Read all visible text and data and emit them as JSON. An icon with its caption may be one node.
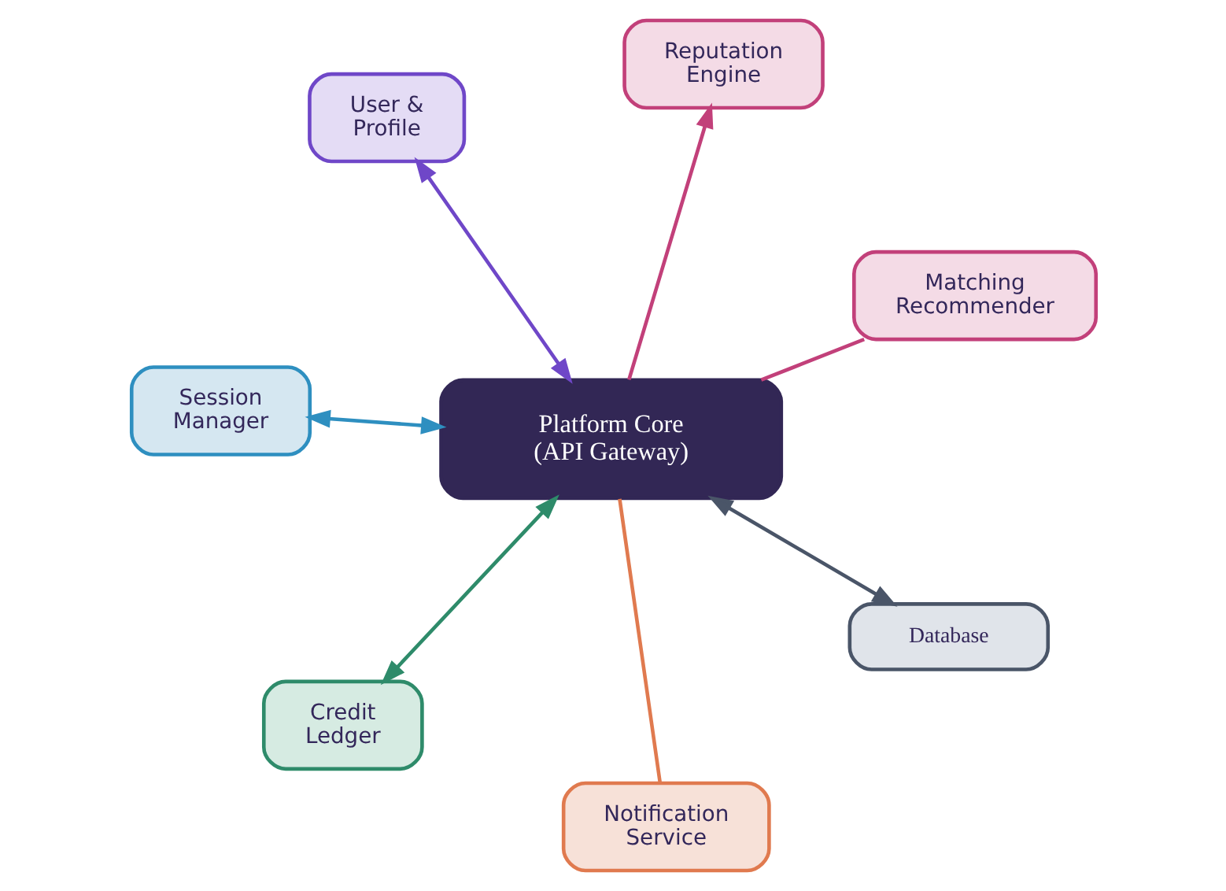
{
  "diagram": {
    "nodes": [
      {
        "text": [
          "User & Profile"
        ]
      },
      {
        "text": [
          "Matching Recommender"
        ]
      },
      {
        "text": [
          "Notification Service"
        ]
      },
      {
        "text": [
          "Platform Core (API Gateway)"
        ]
      },
      {
        "text": [
          "Reputation Engine"
        ]
      },
      {
        "text": [
          "Session Manager"
        ]
      },
      {
        "text": [
          "Credit Ledger"
        ]
      },
      {
        "text": [
          "Database"
        ]
      }
    ],
    "edges": [
      {
        "from": 3,
        "to": 0,
        "arrow": "both",
        "color": "#6f47c8"
      },
      {
        "from": 3,
        "to": 1,
        "arrow": "none",
        "color": "#c2407a"
      },
      {
        "from": 3,
        "to": 2,
        "arrow": "none",
        "color": "#e07a4f"
      },
      {
        "from": 3,
        "to": 4,
        "arrow": "to",
        "color": "#c2407a"
      },
      {
        "from": 3,
        "to": 5,
        "arrow": "both",
        "color": "#2e8fc0"
      },
      {
        "from": 3,
        "to": 6,
        "arrow": "both",
        "color": "#2e8b6a"
      },
      {
        "from": 3,
        "to": 7,
        "arrow": "both",
        "color": "#4a5568"
      }
    ]
  }
}
